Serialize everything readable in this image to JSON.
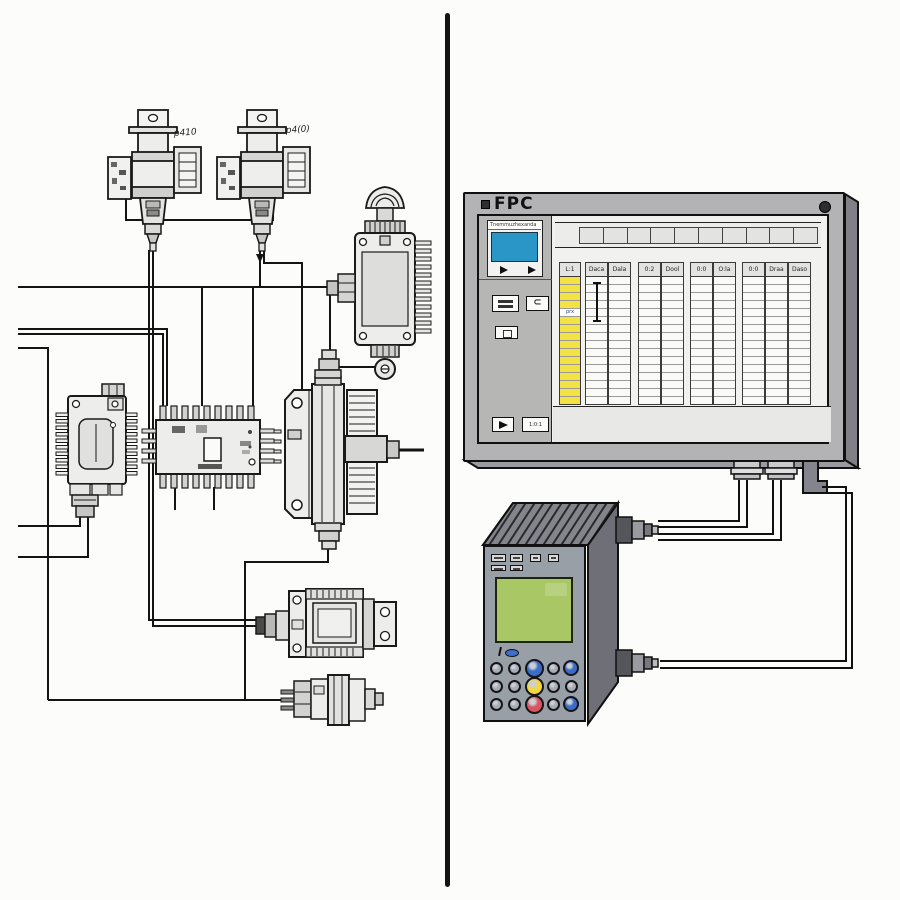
{
  "scene": {
    "background": "#fcfcfa"
  },
  "divider": {
    "color": "#141414"
  },
  "left_diagram": {
    "valve_a_label": "p410",
    "valve_b_label": "p4(0)"
  },
  "monitor": {
    "title": "FPC",
    "bezel_color": "#b3b3b6",
    "sidebar": {
      "preview_header": "Tnemmuzhexanda",
      "preview_color": "#2a95c7",
      "footer_button_label": "1:0:1"
    },
    "grid": {
      "toolbar_cells": 10,
      "rows": 16,
      "row_header_label": "L:1",
      "row_header_color": "#f4e243",
      "special_cell_row": 4,
      "special_cell_text": "prx",
      "column_groups": [
        {
          "cols": [
            "Daca",
            "Dala"
          ]
        },
        {
          "cols": [
            "0:2",
            "Dool"
          ]
        },
        {
          "cols": [
            "0:0",
            "O:la"
          ]
        },
        {
          "cols": [
            "0:0",
            "Draa",
            "Daso"
          ]
        }
      ]
    }
  },
  "device": {
    "body_color": "#999fa7",
    "screen_color": "#a9c764",
    "led_color": "#3f6fca",
    "keypad": {
      "colors": {
        "gray": "#a7adb5",
        "blue": "#3a6cc8",
        "yellow": "#f2d83c",
        "red": "#d95560"
      },
      "rows": [
        [
          "gray",
          "gray",
          "blue",
          "gray",
          "blue"
        ],
        [
          "gray",
          "gray",
          "yellow",
          "gray",
          "gray"
        ],
        [
          "gray",
          "gray",
          "red",
          "gray",
          "blue"
        ]
      ]
    }
  }
}
